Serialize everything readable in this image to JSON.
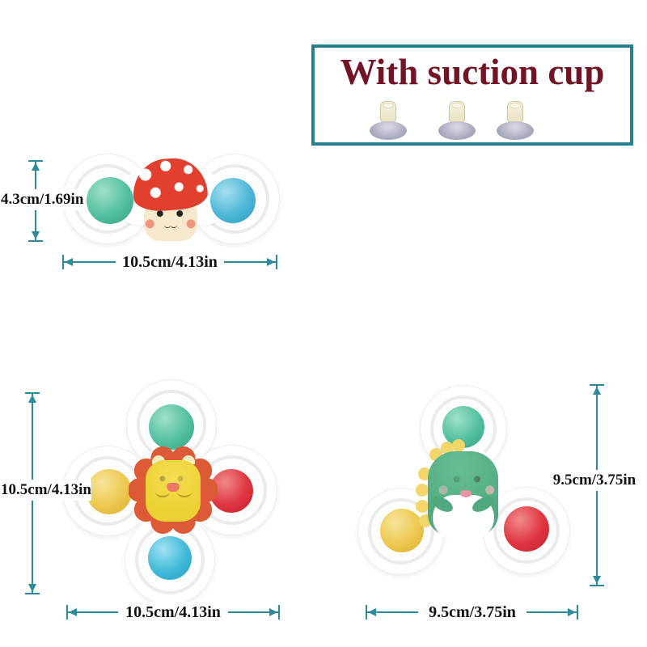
{
  "badge": {
    "title": "With suction cup",
    "suction_cup_count": 3
  },
  "products": [
    {
      "name": "mushroom spinner",
      "character": "mushroom",
      "pod_count": 3,
      "ball_colors": [
        "#53bfa0",
        "#4db7d7"
      ],
      "dim_height": "4.3cm/1.69in",
      "dim_width": "10.5cm/4.13in"
    },
    {
      "name": "lion spinner",
      "character": "lion",
      "pod_count": 4,
      "ball_colors": [
        "#53bfa0",
        "#edc84f",
        "#df3540",
        "#41b9d8"
      ],
      "dim_height": "10.5cm/4.13in",
      "dim_width": "10.5cm/4.13in"
    },
    {
      "name": "dinosaur spinner",
      "character": "dinosaur",
      "pod_count": 3,
      "ball_colors": [
        "#53bfa0",
        "#edc84f",
        "#df3540"
      ],
      "dim_height": "9.5cm/3.75in",
      "dim_width": "9.5cm/3.75in"
    }
  ],
  "colors": {
    "accent_teal": "#2a8b9d",
    "badge_border_teal": "#26808e",
    "title_maroon": "#731326",
    "label_text": "#111111",
    "plastic_white": "#ffffff",
    "mushroom_cap_red": "#e2402f",
    "face_cream": "#f7e9ce",
    "lion_mane_orange": "#dc5b36",
    "lion_face_yellow": "#ecd132",
    "dino_green": "#4fa87e",
    "spike_yellow": "#f2d669",
    "suction_base_gray": "#a9a9bd",
    "suction_knob_cream": "#f3efd9"
  }
}
